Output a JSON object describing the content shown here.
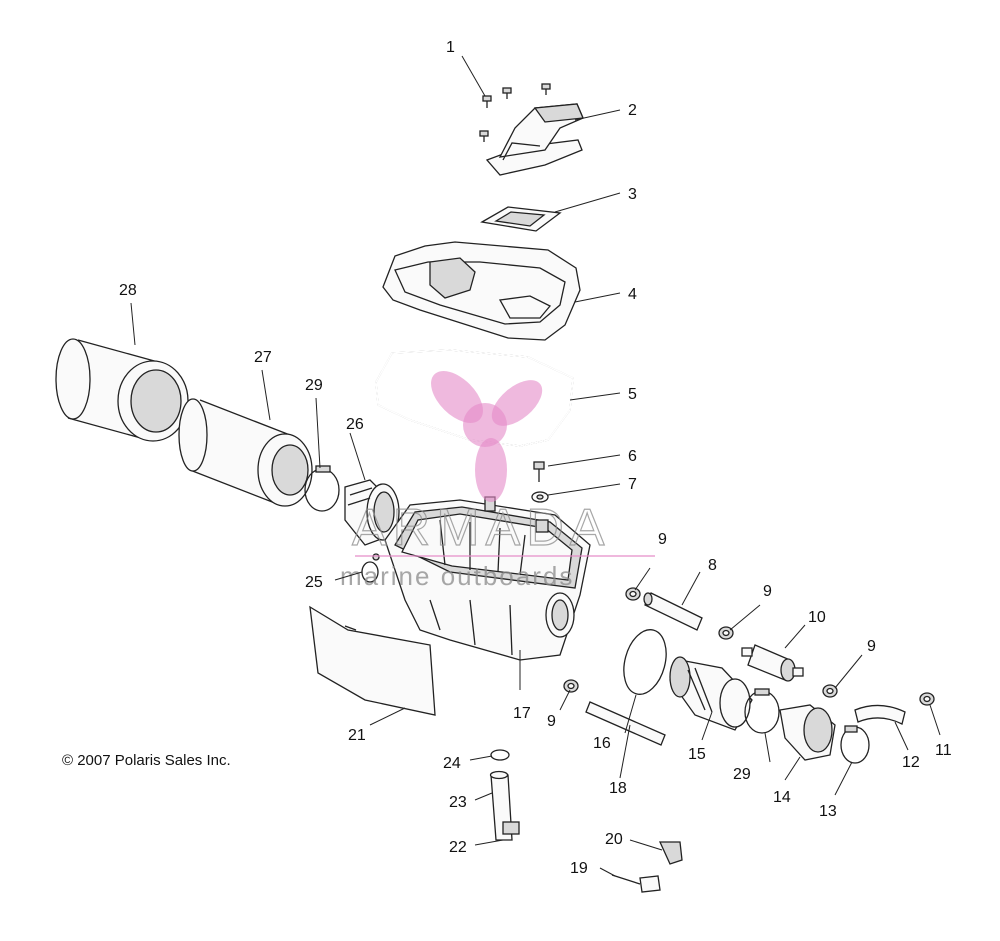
{
  "copyright": "© 2007 Polaris Sales Inc.",
  "watermark": {
    "name": "ARMADA",
    "tagline": "marine outboards",
    "color": "#e58ac8"
  },
  "callouts": [
    {
      "id": "c1",
      "label": "1"
    },
    {
      "id": "c2",
      "label": "2"
    },
    {
      "id": "c3",
      "label": "3"
    },
    {
      "id": "c4",
      "label": "4"
    },
    {
      "id": "c5",
      "label": "5"
    },
    {
      "id": "c6",
      "label": "6"
    },
    {
      "id": "c7",
      "label": "7"
    },
    {
      "id": "c8",
      "label": "8"
    },
    {
      "id": "c9a",
      "label": "9"
    },
    {
      "id": "c9b",
      "label": "9"
    },
    {
      "id": "c9c",
      "label": "9"
    },
    {
      "id": "c9d",
      "label": "9"
    },
    {
      "id": "c10",
      "label": "10"
    },
    {
      "id": "c11",
      "label": "11"
    },
    {
      "id": "c12",
      "label": "12"
    },
    {
      "id": "c13",
      "label": "13"
    },
    {
      "id": "c14",
      "label": "14"
    },
    {
      "id": "c15",
      "label": "15"
    },
    {
      "id": "c16",
      "label": "16"
    },
    {
      "id": "c17",
      "label": "17"
    },
    {
      "id": "c18",
      "label": "18"
    },
    {
      "id": "c19",
      "label": "19"
    },
    {
      "id": "c20",
      "label": "20"
    },
    {
      "id": "c21",
      "label": "21"
    },
    {
      "id": "c22",
      "label": "22"
    },
    {
      "id": "c23",
      "label": "23"
    },
    {
      "id": "c24",
      "label": "24"
    },
    {
      "id": "c25",
      "label": "25"
    },
    {
      "id": "c26",
      "label": "26"
    },
    {
      "id": "c27",
      "label": "27"
    },
    {
      "id": "c28",
      "label": "28"
    },
    {
      "id": "c29a",
      "label": "29"
    },
    {
      "id": "c29b",
      "label": "29"
    }
  ]
}
